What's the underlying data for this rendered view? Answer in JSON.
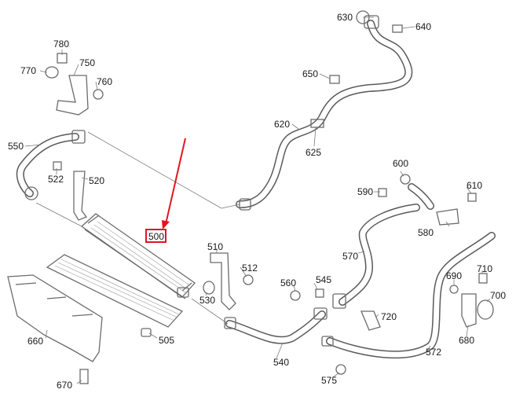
{
  "diagram": {
    "highlight_color": "#e0161f",
    "line_color": "#6b6b6b",
    "callouts": [
      {
        "id": "p630",
        "text": "630"
      },
      {
        "id": "p640",
        "text": "640"
      },
      {
        "id": "p780",
        "text": "780"
      },
      {
        "id": "p770",
        "text": "770"
      },
      {
        "id": "p750",
        "text": "750"
      },
      {
        "id": "p760",
        "text": "760"
      },
      {
        "id": "p650",
        "text": "650"
      },
      {
        "id": "p620",
        "text": "620"
      },
      {
        "id": "p625",
        "text": "625"
      },
      {
        "id": "p550",
        "text": "550"
      },
      {
        "id": "p522",
        "text": "522"
      },
      {
        "id": "p520",
        "text": "520"
      },
      {
        "id": "p600",
        "text": "600"
      },
      {
        "id": "p590",
        "text": "590"
      },
      {
        "id": "p610",
        "text": "610"
      },
      {
        "id": "p500",
        "text": "500"
      },
      {
        "id": "p580",
        "text": "580"
      },
      {
        "id": "p510",
        "text": "510"
      },
      {
        "id": "p512",
        "text": "512"
      },
      {
        "id": "p570",
        "text": "570"
      },
      {
        "id": "p560",
        "text": "560"
      },
      {
        "id": "p545",
        "text": "545"
      },
      {
        "id": "p710",
        "text": "710"
      },
      {
        "id": "p690",
        "text": "690"
      },
      {
        "id": "p700",
        "text": "700"
      },
      {
        "id": "p530",
        "text": "530"
      },
      {
        "id": "p720",
        "text": "720"
      },
      {
        "id": "p660",
        "text": "660"
      },
      {
        "id": "p505",
        "text": "505"
      },
      {
        "id": "p680",
        "text": "680"
      },
      {
        "id": "p572",
        "text": "572"
      },
      {
        "id": "p540",
        "text": "540"
      },
      {
        "id": "p670",
        "text": "670"
      },
      {
        "id": "p575",
        "text": "575"
      }
    ]
  }
}
